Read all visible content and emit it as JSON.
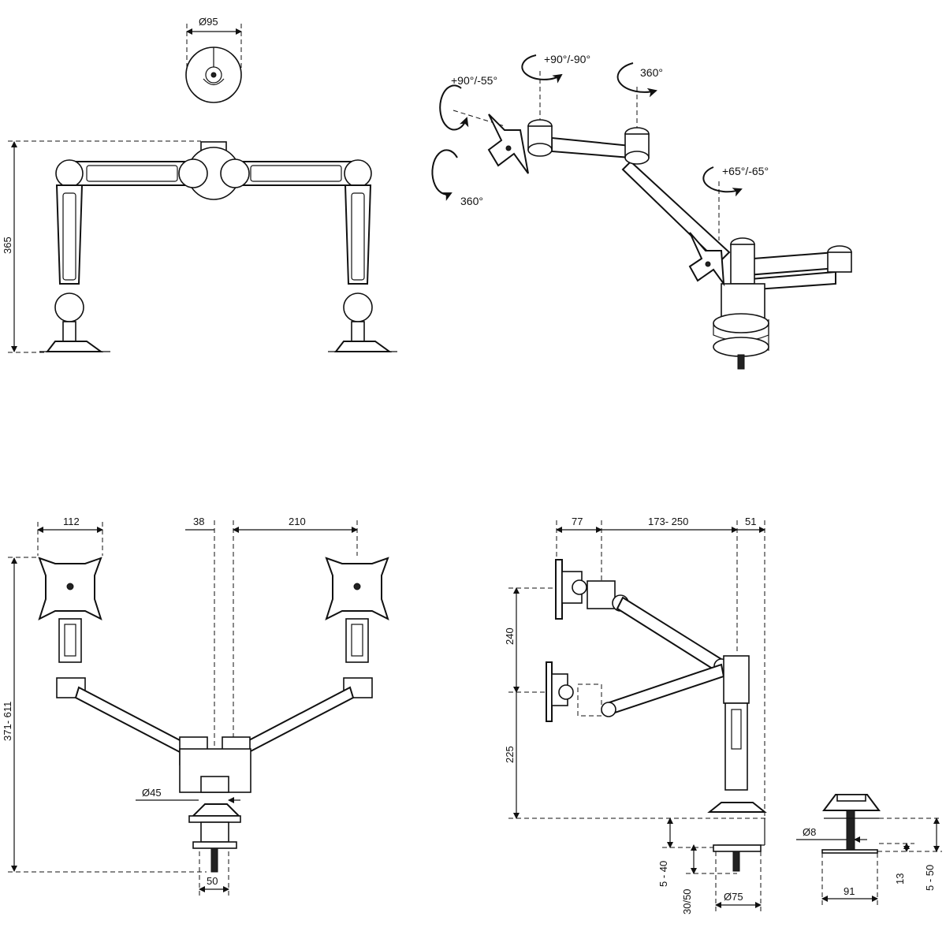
{
  "views": {
    "top_plan": {
      "dims": {
        "diameter": "Ø95"
      }
    },
    "front_elevation": {
      "dims": {
        "height": "365"
      }
    },
    "isometric": {
      "rotations": {
        "tilt": "+90°/-55°",
        "pan_head": "+90°/-90°",
        "arm_joint": "360°",
        "plate": "360°",
        "base": "+65°/-65°"
      }
    },
    "front_dimensioned": {
      "dims": {
        "plate_width": "112",
        "gap": "38",
        "reach": "210",
        "height_range": "371- 611",
        "pole_diameter": "Ø45",
        "clamp_width": "50"
      }
    },
    "side_dimensioned": {
      "dims": {
        "plate_offset": "77",
        "arm_reach": "173- 250",
        "pole_offset": "51",
        "upper_height": "240",
        "lower_height": "225",
        "desk_thickness": "5 - 40",
        "clamp_depth": "30/50",
        "clamp_diameter": "Ø75"
      }
    },
    "grommet_detail": {
      "dims": {
        "bolt_diameter": "Ø8",
        "width": "91",
        "gap": "13",
        "range": "5 - 50"
      }
    }
  }
}
